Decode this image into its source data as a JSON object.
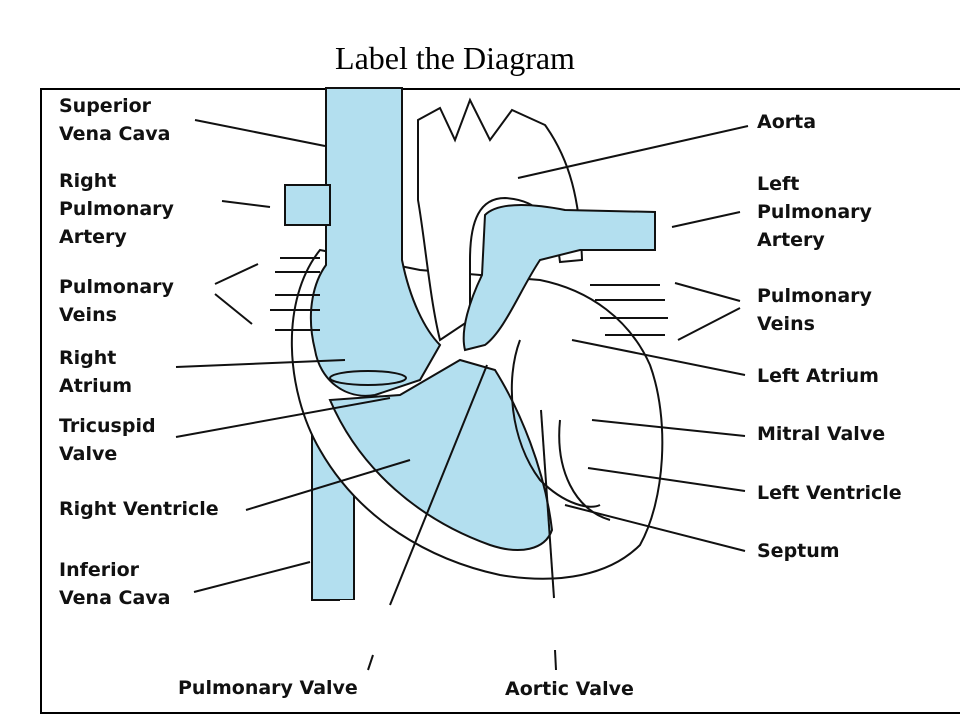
{
  "title": "Label the Diagram",
  "colors": {
    "blood": "#b3dfef",
    "line": "#111111"
  },
  "labels": {
    "superior_vena_cava": [
      "Superior",
      "Vena Cava"
    ],
    "right_pulmonary_artery": [
      "Right",
      "Pulmonary",
      "Artery"
    ],
    "pulmonary_veins_left": [
      "Pulmonary",
      "Veins"
    ],
    "right_atrium": [
      "Right",
      "Atrium"
    ],
    "tricuspid_valve": [
      "Tricuspid",
      "Valve"
    ],
    "right_ventricle": [
      "Right Ventricle"
    ],
    "inferior_vena_cava": [
      "Inferior",
      "Vena Cava"
    ],
    "aorta": [
      "Aorta"
    ],
    "left_pulmonary_artery": [
      "Left",
      "Pulmonary",
      "Artery"
    ],
    "pulmonary_veins_right": [
      "Pulmonary",
      "Veins"
    ],
    "left_atrium": [
      "Left Atrium"
    ],
    "mitral_valve": [
      "Mitral Valve"
    ],
    "left_ventricle": [
      "Left Ventricle"
    ],
    "septum": [
      "Septum"
    ],
    "pulmonary_valve": [
      "Pulmonary Valve"
    ],
    "aortic_valve": [
      "Aortic Valve"
    ]
  }
}
